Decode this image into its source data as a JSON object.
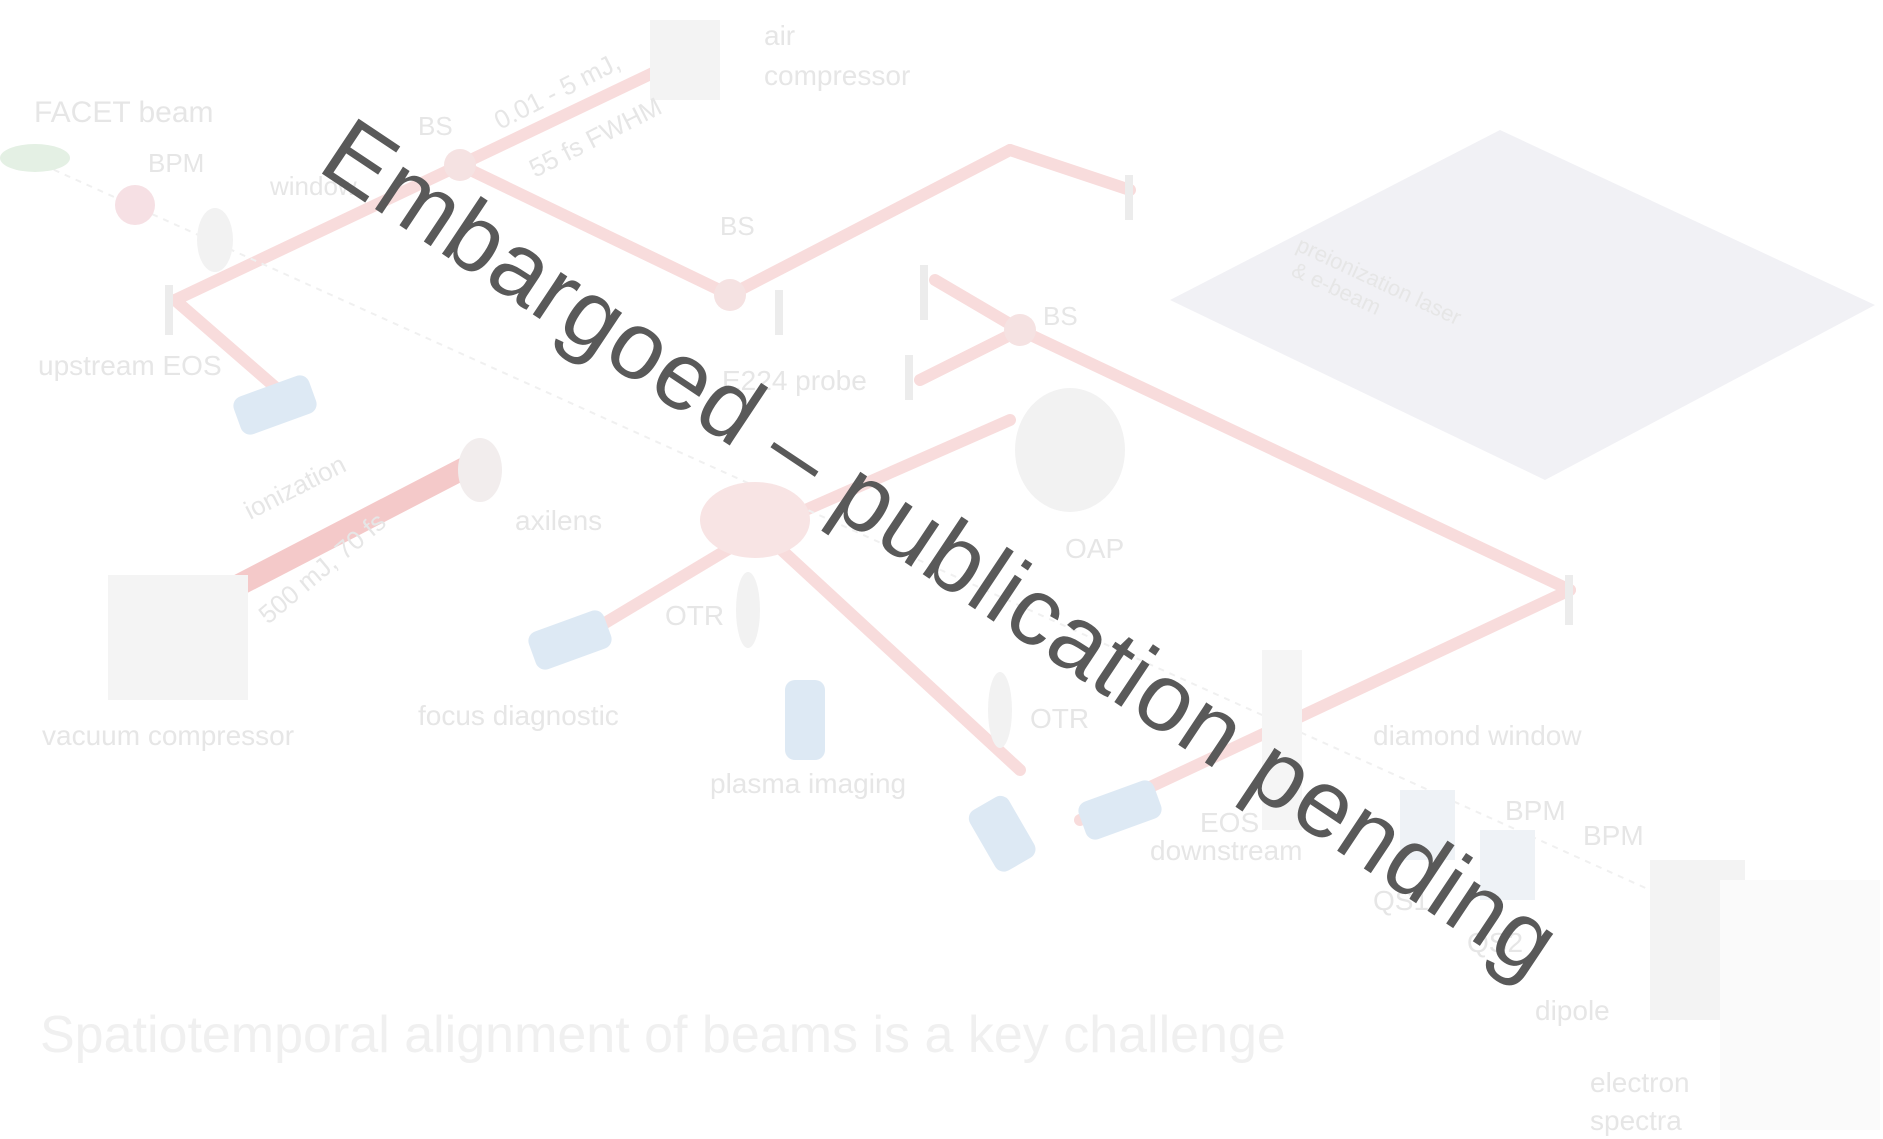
{
  "labels": {
    "facet_beam": "FACET beam",
    "bpm_left": "BPM",
    "window": "window",
    "bs_top": "BS",
    "air_energy": "0.01 - 5 mJ,",
    "air_duration": "55 fs FWHM",
    "air_compressor_1": "air",
    "air_compressor_2": "compressor",
    "bs_mid": "BS",
    "bs_right": "BS",
    "upstream_eos": "upstream EOS",
    "e224_probe": "E224 probe",
    "ionization": "ionization",
    "ionization_energy": "500 mJ, 70 fs",
    "axilens": "axilens",
    "oap": "OAP",
    "otr_left": "OTR",
    "otr_right": "OTR",
    "vacuum_compressor": "vacuum compressor",
    "focus_diagnostic": "focus diagnostic",
    "plasma_imaging": "plasma imaging",
    "diamond_window": "diamond window",
    "eos_downstream_1": "EOS",
    "eos_downstream_2": "downstream",
    "bpm_right_1": "BPM",
    "bpm_right_2": "BPM",
    "qs1": "QS1",
    "qs2": "QS2",
    "dipole": "dipole",
    "electron_spectra_1": "electron",
    "electron_spectra_2": "spectra",
    "panel_line_1": "preionization laser",
    "panel_line_2": "& e-beam"
  },
  "caption": "Spatiotemporal alignment of beams is a key challenge",
  "watermark": "Embargoed – publication pending",
  "colors": {
    "laser_beam": "#f8dcdc",
    "optic_gray": "#ececec",
    "detector_blue": "#dde9f4",
    "label_gray": "#e6e6e6",
    "panel_fill": "#f1f1f5",
    "watermark": "#595959"
  }
}
